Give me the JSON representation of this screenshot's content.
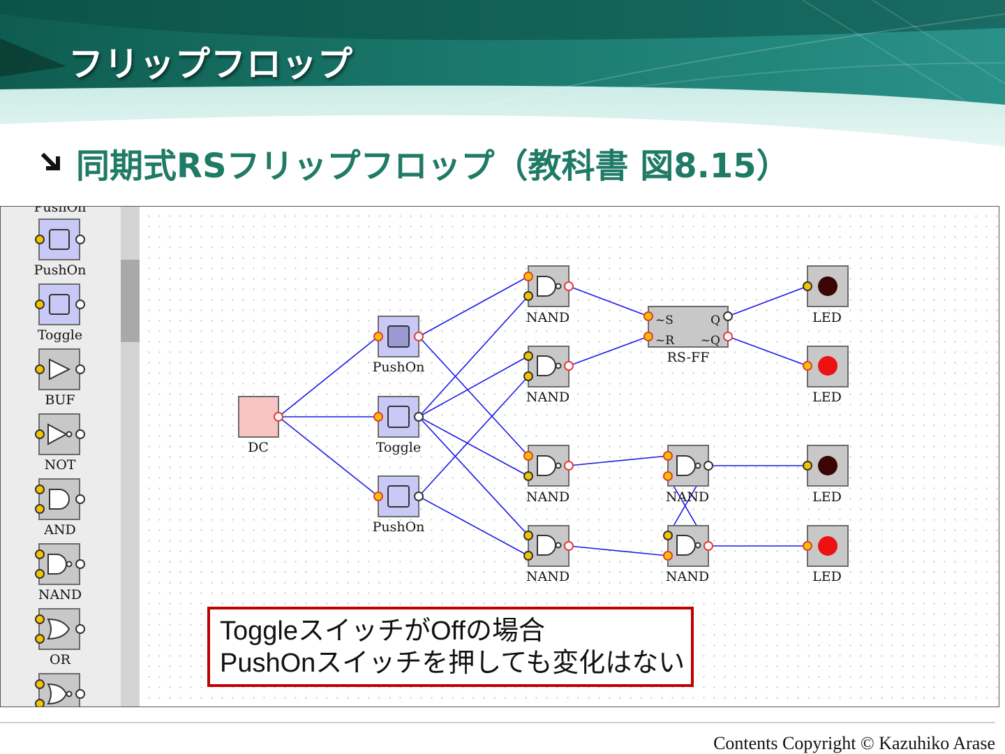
{
  "slide": {
    "title": "フリップフロップ",
    "subtitle": "同期式RSフリップフロップ（教科書 図8.15）",
    "note_line1": "ToggleスイッチがOffの場合",
    "note_line2": "PushOnスイッチを押しても変化はない",
    "copyright": "Contents Copyright © Kazuhiko Arase"
  },
  "palette": {
    "partial_top_label": "PushOn",
    "items": [
      {
        "label": "PushOn",
        "kind": "switch"
      },
      {
        "label": "Toggle",
        "kind": "switch"
      },
      {
        "label": "BUF",
        "kind": "buf"
      },
      {
        "label": "NOT",
        "kind": "not"
      },
      {
        "label": "AND",
        "kind": "and"
      },
      {
        "label": "NAND",
        "kind": "nand"
      },
      {
        "label": "OR",
        "kind": "or"
      }
    ]
  },
  "circuit": {
    "dc_label": "DC",
    "switch_labels": [
      "PushOn",
      "Toggle",
      "PushOn"
    ],
    "nand_labels": [
      "NAND",
      "NAND",
      "NAND",
      "NAND",
      "NAND",
      "NAND"
    ],
    "rsff": {
      "label": "RS-FF",
      "in_s": "~S",
      "in_r": "~R",
      "out_q": "Q",
      "out_nq": "~Q"
    },
    "led_labels": [
      "LED",
      "LED",
      "LED",
      "LED"
    ],
    "led_states": [
      "off",
      "on",
      "off",
      "on"
    ],
    "colors": {
      "wire": "#1a1ae6",
      "led_on": "#ee1111",
      "led_off": "#3a0505",
      "pin_active": "#f5c400",
      "pin_out": "#e53935"
    }
  }
}
